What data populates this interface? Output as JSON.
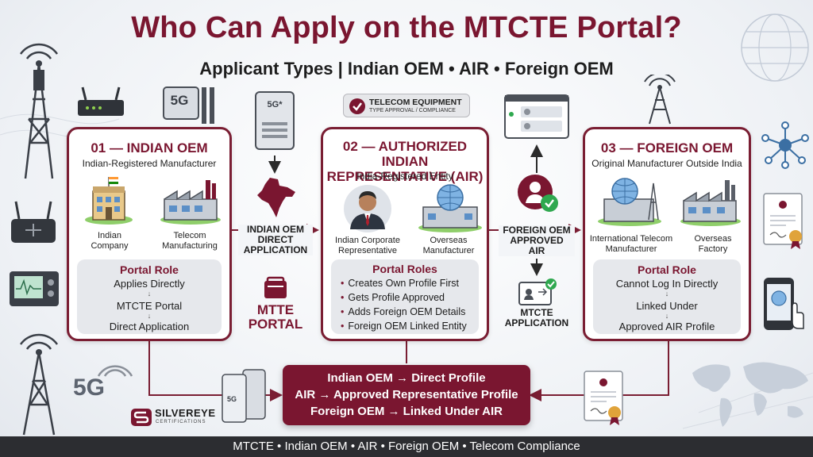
{
  "title": "Who Can Apply on the MTCTE Portal?",
  "subtitle": "Applicant Types | Indian OEM • AIR • Foreign OEM",
  "badge": {
    "line1": "TELECOM EQUIPMENT",
    "line2": "TYPE APPROVAL / COMPLIANCE"
  },
  "cards": [
    {
      "heading": "01 — INDIAN OEM",
      "subheading": "Indian-Registered Manufacturer",
      "icon_left_label": "Indian\nCompany",
      "icon_right_label": "Telecom\nManufacturing",
      "role_title": "Portal Role",
      "role_lines": [
        "Applies Directly",
        "MTCTE Portal",
        "Direct Application"
      ]
    },
    {
      "heading": "02 — AUTHORIZED INDIAN\nREPRESENTATIVE (AIR)",
      "subheading": "India-Registered Entity",
      "icon_left_label": "Indian Corporate\nRepresentative",
      "icon_right_label": "Overseas\nManufacturer",
      "role_title": "Portal Roles",
      "role_lines": [
        "Creates Own Profile First",
        "Gets Profile Approved",
        "Adds Foreign OEM Details",
        "Foreign OEM Linked Entity"
      ]
    },
    {
      "heading": "03 — FOREIGN OEM",
      "subheading": "Original Manufacturer Outside India",
      "icon_left_label": "International Telecom\nManufacturer",
      "icon_right_label": "Overseas\nFactory",
      "role_title": "Portal Role",
      "role_lines": [
        "Cannot Log In Directly",
        "Linked Under",
        "Approved AIR Profile"
      ]
    }
  ],
  "flows": {
    "indian_oem": "INDIAN OEM\nDIRECT\nAPPLICATION",
    "foreign_oem": "FOREIGN OEM\nAPPROVED\nAIR",
    "mtcte_application": "MTCTE\nAPPLICATION"
  },
  "portal_label": "MTTE\nPORTAL",
  "summary_lines": [
    "Indian OEM → Direct Profile",
    "AIR → Approved Representative Profile",
    "Foreign OEM → Linked Under AIR"
  ],
  "fiveg_labels": {
    "tower_box": "5G",
    "rack": "5G*",
    "big": "5G",
    "bottom_unit": "5G"
  },
  "logo": {
    "name": "SILVEREYE",
    "tagline": "CERTIFICATIONS"
  },
  "footer": "MTCTE  •  Indian OEM  •  AIR  •  Foreign OEM  •  Telecom Compliance",
  "colors": {
    "accent": "#7a1630",
    "card_border": "#7a1e33",
    "role_bg": "#e6e8ec",
    "footer_bg": "#2c2d31",
    "check_green": "#2fa84f"
  }
}
